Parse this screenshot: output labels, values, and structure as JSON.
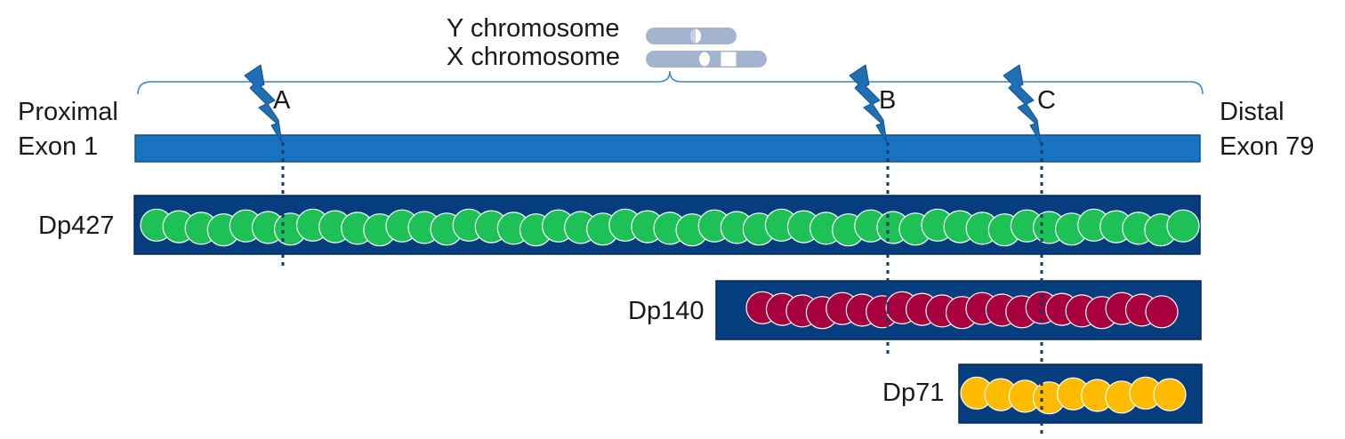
{
  "chromosomes": {
    "y_label": "Y chromosome",
    "x_label": "X chromosome"
  },
  "gene": {
    "left_label_line1": "Proximal",
    "left_label_line2": "Exon 1",
    "right_label_line1": "Distal",
    "right_label_line2": "Exon 79"
  },
  "breakpoints": [
    {
      "label": "A"
    },
    {
      "label": "B"
    },
    {
      "label": "C"
    }
  ],
  "isoforms": [
    {
      "label": "Dp427",
      "circle_color": "#1ec155",
      "circle_count": 47
    },
    {
      "label": "Dp140",
      "circle_color": "#a8003c",
      "circle_count": 21
    },
    {
      "label": "Dp71",
      "circle_color": "#ffbb00",
      "circle_count": 9
    }
  ],
  "colors": {
    "gene_bar": "#1a73c1",
    "isoform_box": "#063d7f",
    "bracket": "#3b84c4",
    "bolt": "#1f6fb5",
    "dotted_line": "#0e3d6b",
    "chromosome": "#a3b4cf"
  }
}
